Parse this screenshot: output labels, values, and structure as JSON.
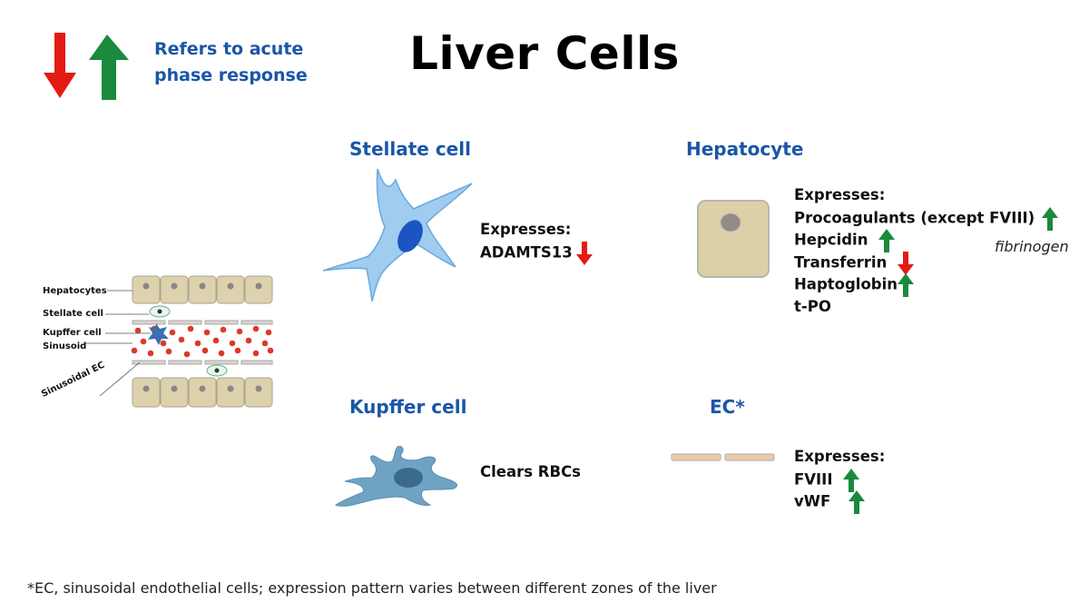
{
  "title": "Liver Cells",
  "legend": {
    "text_line1": "Refers to acute",
    "text_line2": "phase response"
  },
  "colors": {
    "up": "#1a8a3c",
    "down": "#e41b13",
    "heading": "#1a56a8"
  },
  "stellate": {
    "heading": "Stellate cell",
    "line1": "Expresses:",
    "line2": "ADAMTS13"
  },
  "hepatocyte": {
    "heading": "Hepatocyte",
    "line1": "Expresses:",
    "line2": "Procoagulants (except FVIII)",
    "line3": "Hepcidin",
    "line4": "Transferrin",
    "line5": "Haptoglobin",
    "line6": "t-PO",
    "note": "fibrinogen"
  },
  "kupffer": {
    "heading": "Kupffer cell",
    "line1": "Clears RBCs"
  },
  "ec": {
    "heading": "EC*",
    "line1": "Expresses:",
    "line2": "FVIII",
    "line3": "vWF"
  },
  "diagram_labels": {
    "hepatocytes": "Hepatocytes",
    "stellate": "Stellate cell",
    "kupffer": "Kupffer cell",
    "sinusoid": "Sinusoid",
    "sinusoidal_ec": "Sinusoidal EC"
  },
  "footnote": "*EC, sinusoidal endothelial cells; expression pattern varies between different zones of the liver"
}
